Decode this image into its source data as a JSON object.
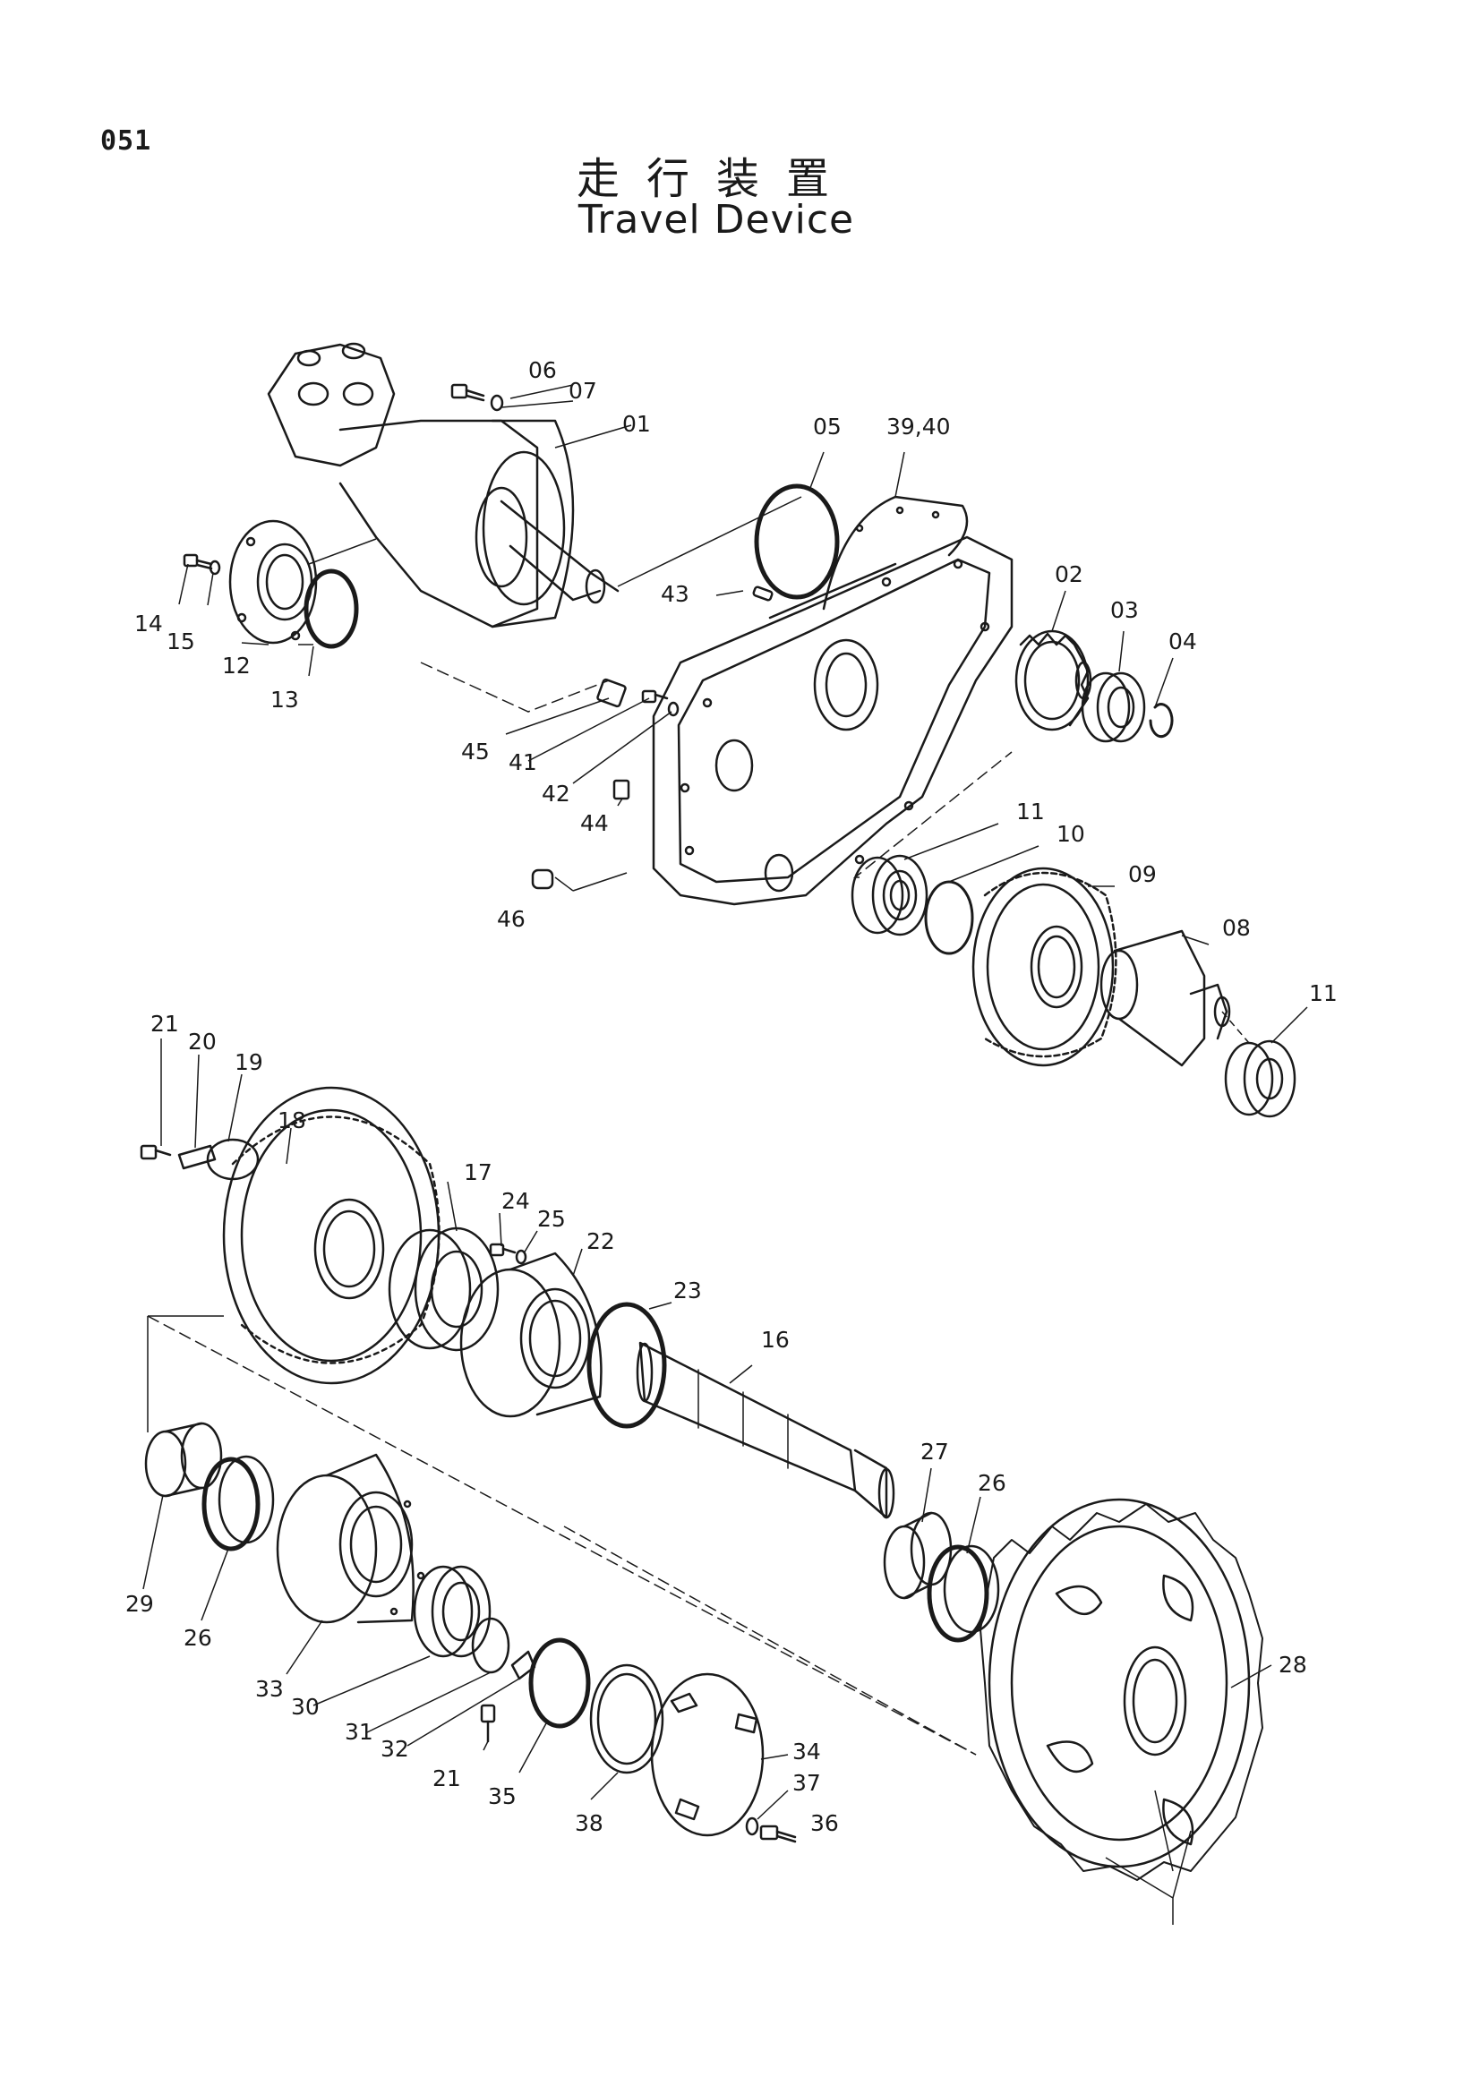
{
  "page_number": "051",
  "title_jp": "走行装置",
  "title_en": "Travel Device",
  "callouts": {
    "c01": "01",
    "c02": "02",
    "c03": "03",
    "c04": "04",
    "c05": "05",
    "c06": "06",
    "c07": "07",
    "c08": "08",
    "c09": "09",
    "c10": "10",
    "c11a": "11",
    "c11b": "11",
    "c12": "12",
    "c13": "13",
    "c14": "14",
    "c15": "15",
    "c16": "16",
    "c17": "17",
    "c18": "18",
    "c19": "19",
    "c20": "20",
    "c21a": "21",
    "c21b": "21",
    "c22": "22",
    "c23": "23",
    "c24": "24",
    "c25": "25",
    "c26a": "26",
    "c26b": "26",
    "c27": "27",
    "c28": "28",
    "c29": "29",
    "c30": "30",
    "c31": "31",
    "c32": "32",
    "c33": "33",
    "c34": "34",
    "c35": "35",
    "c36": "36",
    "c37": "37",
    "c38": "38",
    "c3940": "39,40",
    "c41": "41",
    "c42": "42",
    "c43": "43",
    "c44": "44",
    "c45": "45",
    "c46": "46"
  }
}
